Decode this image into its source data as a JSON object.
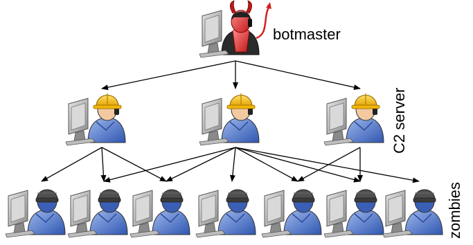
{
  "labels": {
    "botmaster": "botmaster",
    "c2": "C2 server",
    "zombies": "zombies"
  },
  "nodes": {
    "botmaster": {
      "role": "botmaster",
      "icon": "hacker-devil-icon"
    },
    "c2": [
      {
        "id": "c2-1",
        "icon": "hardhat-worker-icon"
      },
      {
        "id": "c2-2",
        "icon": "hardhat-worker-icon"
      },
      {
        "id": "c2-3",
        "icon": "hardhat-worker-icon"
      }
    ],
    "zombies": [
      {
        "id": "z1",
        "icon": "beanie-user-icon"
      },
      {
        "id": "z2",
        "icon": "beanie-user-icon"
      },
      {
        "id": "z3",
        "icon": "beanie-user-icon"
      },
      {
        "id": "z4",
        "icon": "beanie-user-icon"
      },
      {
        "id": "z5",
        "icon": "beanie-user-icon"
      },
      {
        "id": "z6",
        "icon": "beanie-user-icon"
      },
      {
        "id": "z7",
        "icon": "beanie-user-icon"
      }
    ]
  },
  "edges": [
    [
      "botmaster",
      "c2-1"
    ],
    [
      "botmaster",
      "c2-2"
    ],
    [
      "botmaster",
      "c2-3"
    ],
    [
      "c2-1",
      "z1"
    ],
    [
      "c2-1",
      "z2"
    ],
    [
      "c2-1",
      "z3"
    ],
    [
      "c2-2",
      "z2"
    ],
    [
      "c2-2",
      "z3"
    ],
    [
      "c2-2",
      "z4"
    ],
    [
      "c2-2",
      "z5"
    ],
    [
      "c2-2",
      "z6"
    ],
    [
      "c2-2",
      "z7"
    ],
    [
      "c2-3",
      "z5"
    ],
    [
      "c2-3",
      "z6"
    ]
  ],
  "colors": {
    "hardhat": "#f2b705",
    "devil_red": "#e03030",
    "user_blue": "#4a72c8",
    "beanie": "#505050",
    "monitor": "#a0a0a0"
  }
}
